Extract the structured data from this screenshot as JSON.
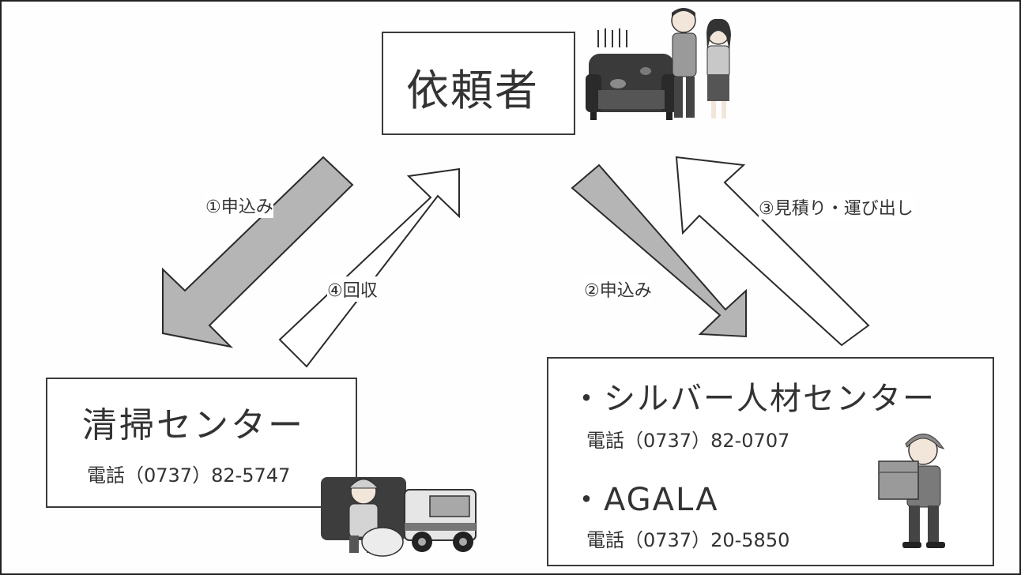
{
  "requester": {
    "title": "依頼者"
  },
  "cleaning_center": {
    "title": "清掃センター",
    "phone": "電話（0737）82-5747"
  },
  "providers": {
    "silver": {
      "name": "・シルバー人材センター",
      "phone": "電話（0737）82-0707"
    },
    "agala": {
      "name": "・AGALA",
      "phone": "電話（0737）20-5850"
    }
  },
  "flows": {
    "step1": "①申込み",
    "step2": "②申込み",
    "step3": "③見積り・運び出し",
    "step4": "④回収"
  },
  "colors": {
    "arrow_gray": "#b5b5b5",
    "arrow_white": "#ffffff",
    "stroke": "#2b2b2b"
  }
}
